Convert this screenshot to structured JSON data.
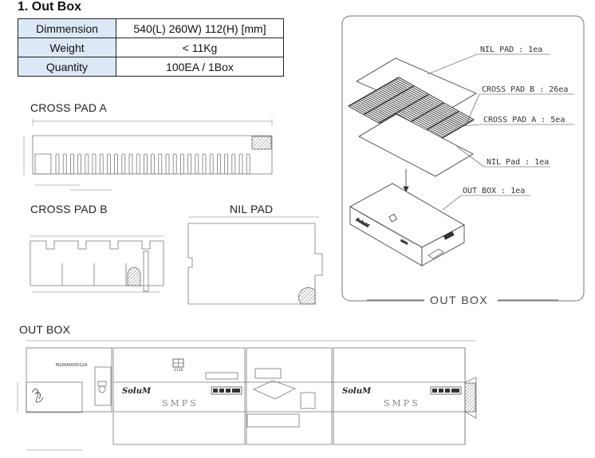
{
  "section": {
    "title": "1. Out Box"
  },
  "spec_table": {
    "rows": [
      {
        "key": "Dimmension",
        "value": "540(L) 260W) 112(H) [mm]"
      },
      {
        "key": "Weight",
        "value": "< 11Kg"
      },
      {
        "key": "Quantity",
        "value": "100EA / 1Box"
      }
    ]
  },
  "drawings": {
    "cross_pad_a": "CROSS PAD A",
    "cross_pad_b": "CROSS PAD B",
    "nil_pad": "NIL PAD",
    "out_box": "OUT BOX"
  },
  "exploded_view": {
    "title": "OUT BOX",
    "callouts": [
      "NIL PAD : 1ea",
      "CROSS PAD B : 26ea",
      "CROSS PAD A : 5ea",
      "NIL Pad : 1ea",
      "OUT BOX : 1ea"
    ]
  },
  "box_print": {
    "part_no": "MLE6A000022A",
    "brand": "SoluM",
    "product": "SMPS",
    "qty_mark": "1130"
  }
}
